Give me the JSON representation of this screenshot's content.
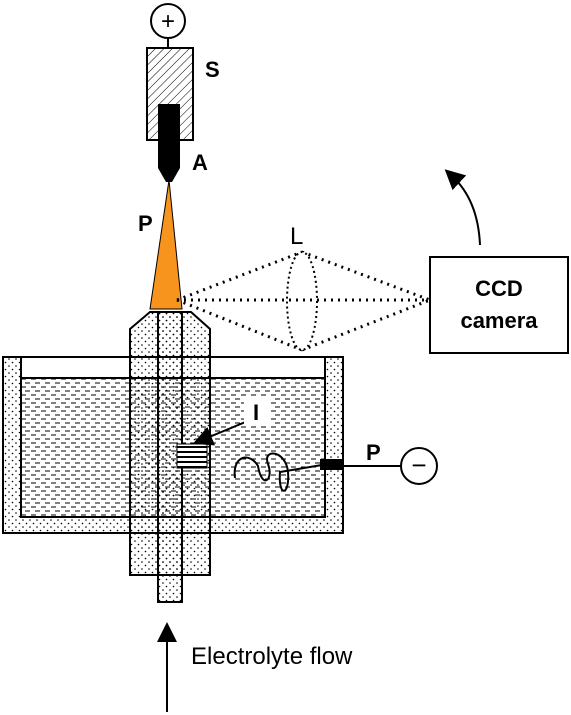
{
  "labels": {
    "S": "S",
    "A": "A",
    "P_plasma": "P",
    "L": "L",
    "I": "I",
    "P_electrode": "P",
    "camera_line1": "CCD",
    "camera_line2": "camera",
    "flow": "Electrolyte flow"
  },
  "symbols": {
    "positive": "+",
    "negative": "−"
  },
  "colors": {
    "plasma": "#F7941D",
    "line": "#000000",
    "background": "#ffffff"
  }
}
